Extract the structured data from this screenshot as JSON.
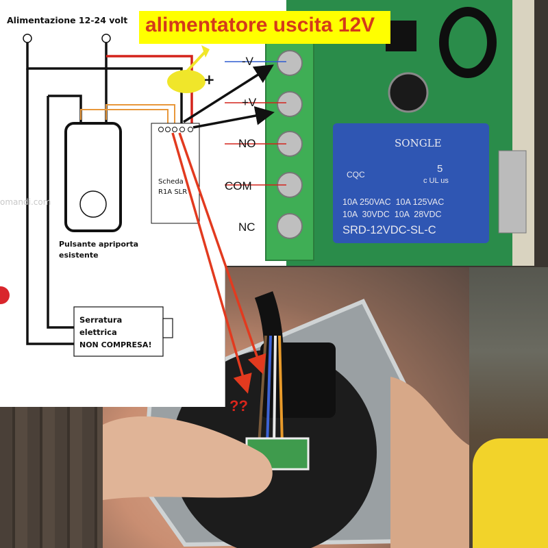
{
  "schematic": {
    "power_label": "Alimentazione  12-24 volt",
    "button_label_line1": "Pulsante apriporta",
    "button_label_line2": "esistente",
    "board_label_line1": "Scheda",
    "board_label_line2": "R1A SLR",
    "lock_label_line1": "Serratura",
    "lock_label_line2": "elettrica",
    "lock_label_line3": "NON COMPRESA!",
    "plus_label": "+",
    "watermark": "omandi.com"
  },
  "banner": {
    "text": "alimentatore uscita 12V"
  },
  "relay_board": {
    "terminals": [
      "-V",
      "+V",
      "NO",
      "COM",
      "NC"
    ],
    "relay_brand": "SONGLE",
    "relay_cert": "CQC",
    "relay_line1": "10A 250VAC  10A 125VAC",
    "relay_line2": "10A  30VDC  10A  28VDC",
    "relay_model": "SRD-12VDC-SL-C",
    "ul_mark": "c UL us",
    "ul_number": "5"
  },
  "photo": {
    "question_marks": "??"
  }
}
